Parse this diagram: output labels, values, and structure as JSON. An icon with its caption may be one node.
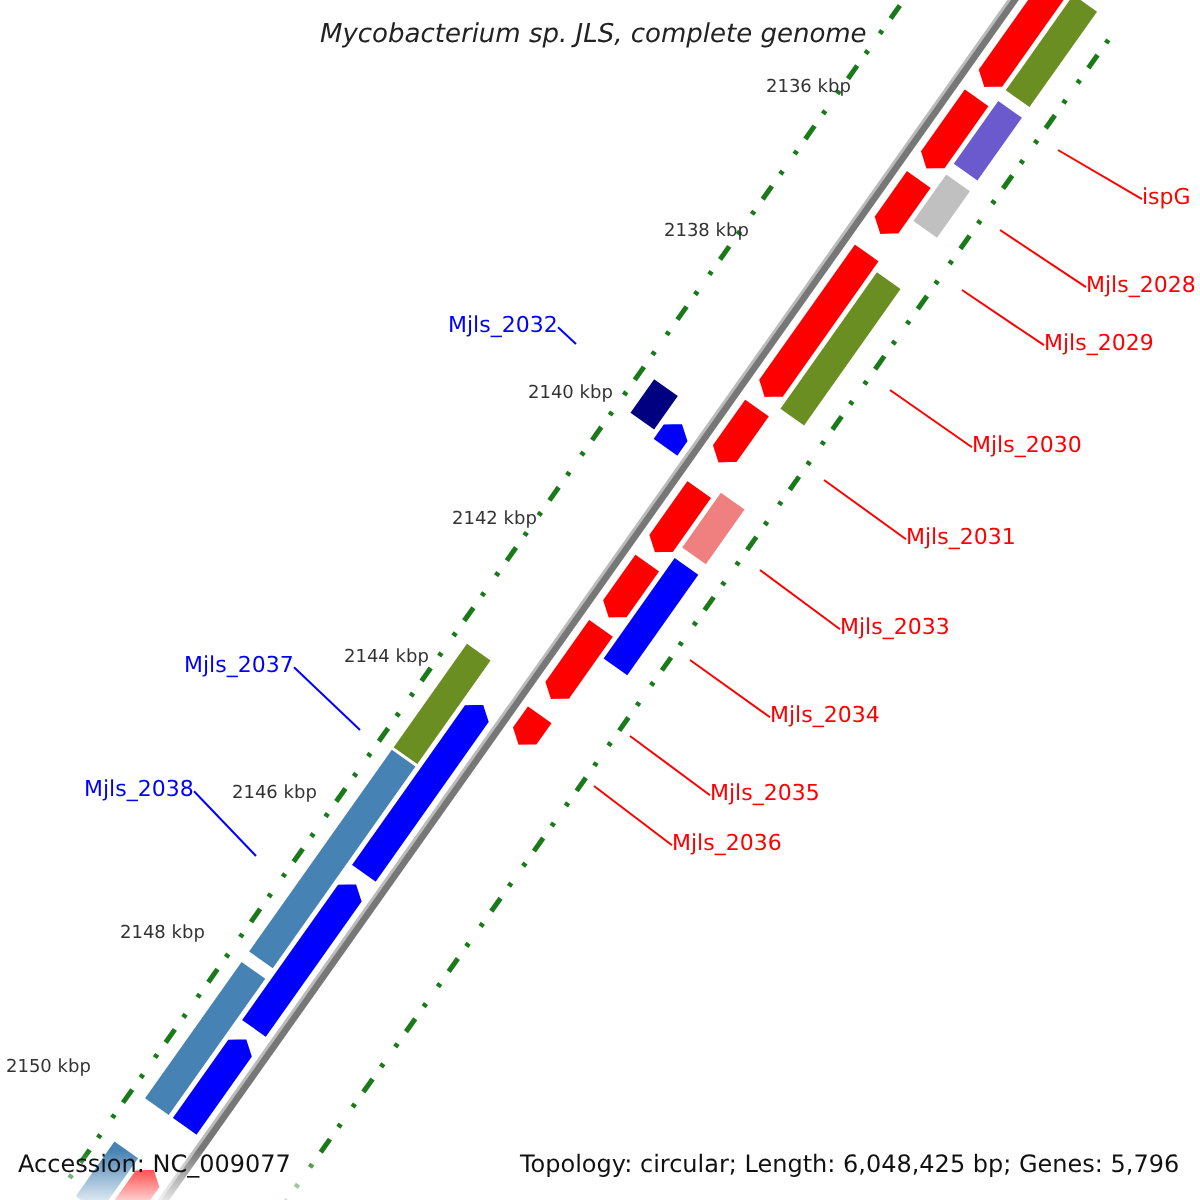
{
  "diagram": {
    "title": "Mycobacterium sp. JLS, complete genome",
    "nodes": [
      {
        "text": [
          "ispG"
        ]
      },
      {
        "text": [
          "Mjls_2028"
        ]
      },
      {
        "text": [
          "Mjls_2032"
        ]
      },
      {
        "text": [
          "Mjls_2029"
        ]
      },
      {
        "text": [
          "Mjls_2030"
        ]
      },
      {
        "text": [
          "Mjls_2031"
        ]
      },
      {
        "text": [
          "Mjls_2033"
        ]
      },
      {
        "text": [
          "Mjls_2037"
        ]
      },
      {
        "text": [
          "Mjls_2034"
        ]
      },
      {
        "text": [
          "Mjls_2038"
        ]
      },
      {
        "text": [
          "Mjls_2035"
        ]
      },
      {
        "text": [
          "Mjls_2036"
        ]
      }
    ],
    "edges": [
      {
        "from": 0,
        "to": null,
        "arrow": "none"
      },
      {
        "from": 1,
        "to": null,
        "arrow": "none"
      },
      {
        "from": 2,
        "to": null,
        "arrow": "none",
        "color": "#0000ff"
      },
      {
        "from": 3,
        "to": null,
        "arrow": "none"
      },
      {
        "from": 4,
        "to": null,
        "arrow": "none"
      },
      {
        "from": 5,
        "to": null,
        "arrow": "none"
      },
      {
        "from": 6,
        "to": null,
        "arrow": "none"
      },
      {
        "from": 7,
        "to": null,
        "arrow": "none",
        "color": "#0000ff"
      },
      {
        "from": 8,
        "to": null,
        "arrow": "none"
      },
      {
        "from": 9,
        "to": null,
        "arrow": "none",
        "color": "#0000ff"
      },
      {
        "from": 10,
        "to": null,
        "arrow": "none"
      },
      {
        "from": 11,
        "to": null,
        "arrow": "none"
      }
    ],
    "labels": [
      "2136 kbp",
      "2138 kbp",
      "2140 kbp",
      "2142 kbp",
      "2144 kbp",
      "2146 kbp",
      "2148 kbp",
      "2150 kbp",
      "Accession: NC_009077",
      "Topology: circular; Length: 6,048,425 bp; Genes: 5,796"
    ]
  }
}
